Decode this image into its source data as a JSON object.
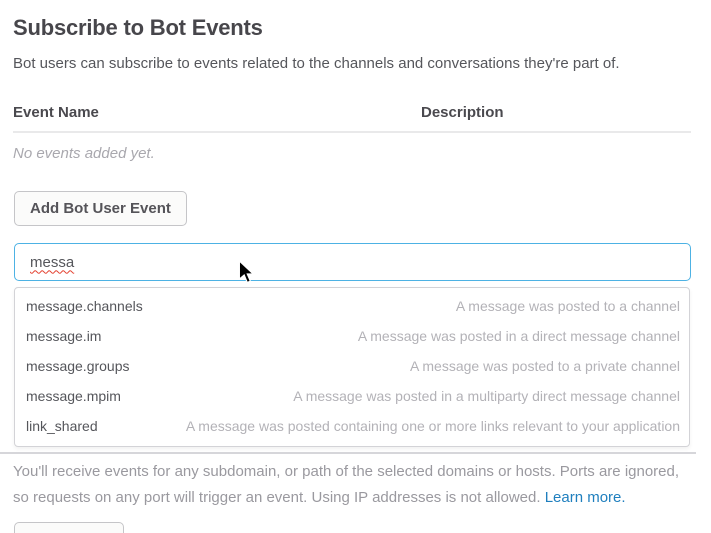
{
  "colors": {
    "accent_blue_border": "#4db2e4",
    "link_blue": "#1f7fbe",
    "spellcheck_red": "#e33f2e",
    "heading_gray": "#47464b",
    "muted_gray": "#9a999f"
  },
  "header": {
    "title": "Subscribe to Bot Events",
    "subtitle": "Bot users can subscribe to events related to the channels and conversations they're part of."
  },
  "events_table": {
    "columns": [
      "Event Name",
      "Description"
    ],
    "empty_text": "No events added yet."
  },
  "add_button_label": "Add Bot User Event",
  "event_search": {
    "value": "messa"
  },
  "suggestions": [
    {
      "name": "message.channels",
      "description": "A message was posted to a channel"
    },
    {
      "name": "message.im",
      "description": "A message was posted in a direct message channel"
    },
    {
      "name": "message.groups",
      "description": "A message was posted to a private channel"
    },
    {
      "name": "message.mpim",
      "description": "A message was posted in a multiparty direct message channel"
    },
    {
      "name": "link_shared",
      "description": "A message was posted containing one or more links relevant to your application"
    }
  ],
  "footer": {
    "text": "You'll receive events for any subdomain, or path of the selected domains or hosts. Ports are ignored, so requests on any port will trigger an event. Using IP addresses is not allowed.",
    "link_label": "Learn more."
  }
}
